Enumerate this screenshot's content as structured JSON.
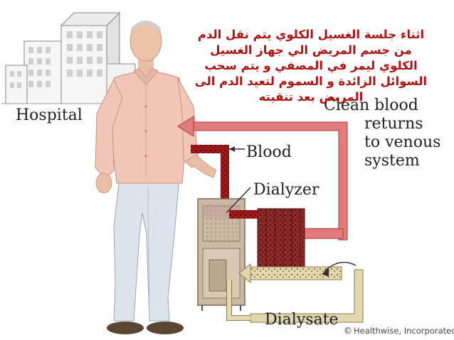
{
  "labels": {
    "hospital": "Hospital",
    "blood": "Blood",
    "dialyzer": "Dialyzer",
    "dialysate": "Dialysate",
    "clean_blood": [
      "Clean blood",
      "returns",
      "to venous",
      "system"
    ]
  },
  "arabic_caption": [
    "اثناء جلسة الغسيل الكلوي يتم نقل الدم",
    "من جسم المريض الي جهاز الغسيل",
    "الكلوي ليمر في المصفي و يتم سحب",
    "السوائل الزائدة و السموم لتعيد الدم الى",
    "المريض بعد تنقيته"
  ],
  "credit": {
    "symbol": "©",
    "text": "Healthwise, Incorporated"
  },
  "colors": {
    "dirty_blood": "#9e1a1a",
    "clean_blood": "#e07a7a",
    "dialysate": "#ddd3a8",
    "caption": "#b01010",
    "machine": "#cbb9a4"
  }
}
